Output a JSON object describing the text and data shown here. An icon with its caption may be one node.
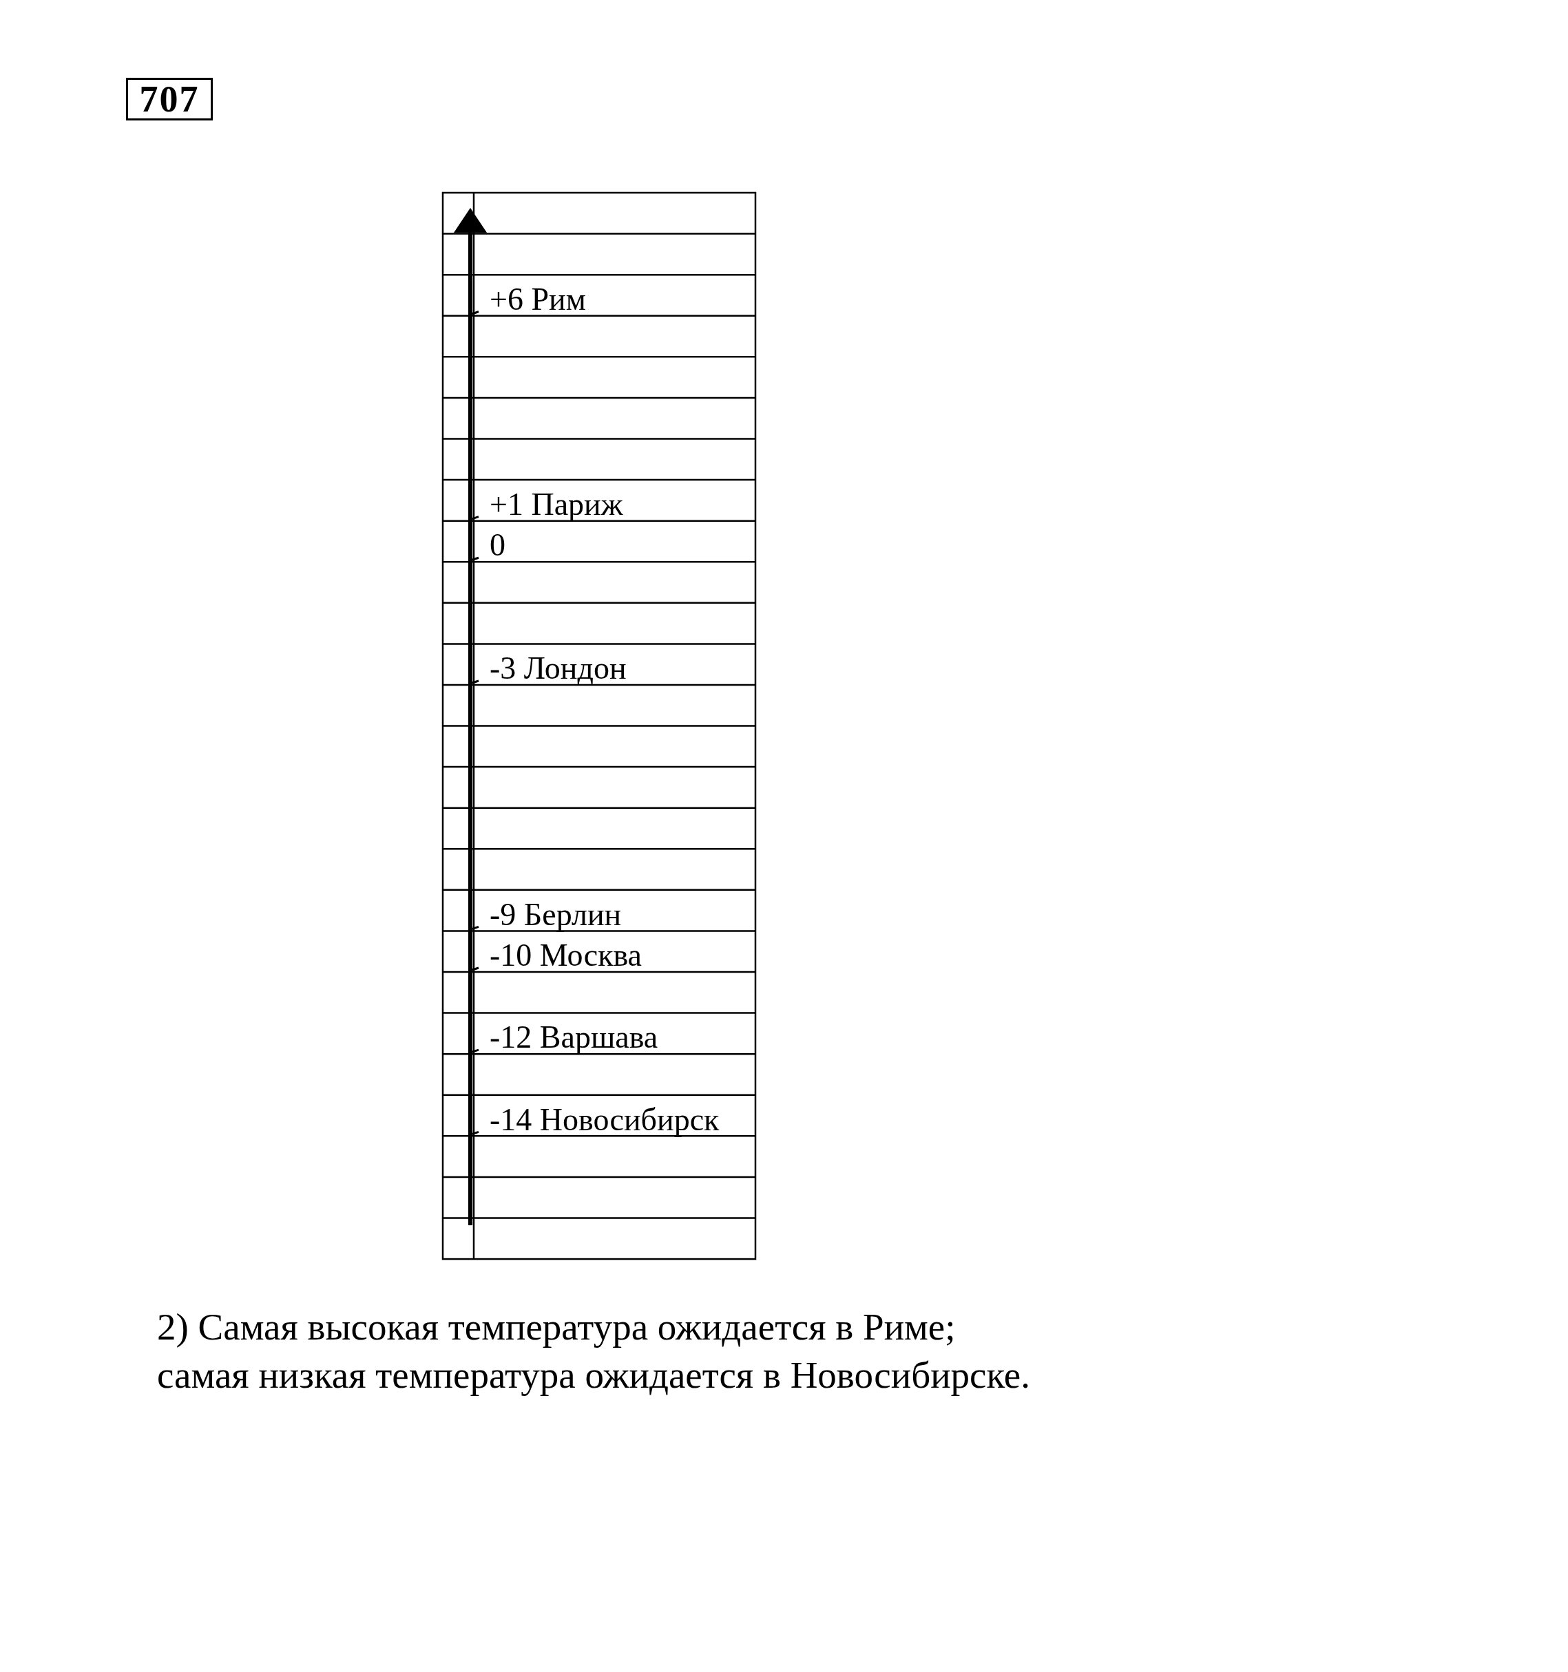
{
  "diagram": {
    "nodes": [
      {
        "text": [
          "707"
        ]
      }
    ],
    "edges": [],
    "labels": [
      "+6 Рим",
      "+1 Париж",
      "0",
      "-3 Лондон",
      "-9 Берлин",
      "-10 Москва",
      "-12 Варшава",
      "-14 Новосибирск",
      "2) Самая высокая температура ожидается в Риме;",
      "самая низкая температура ожидается в Новосибирске."
    ]
  }
}
